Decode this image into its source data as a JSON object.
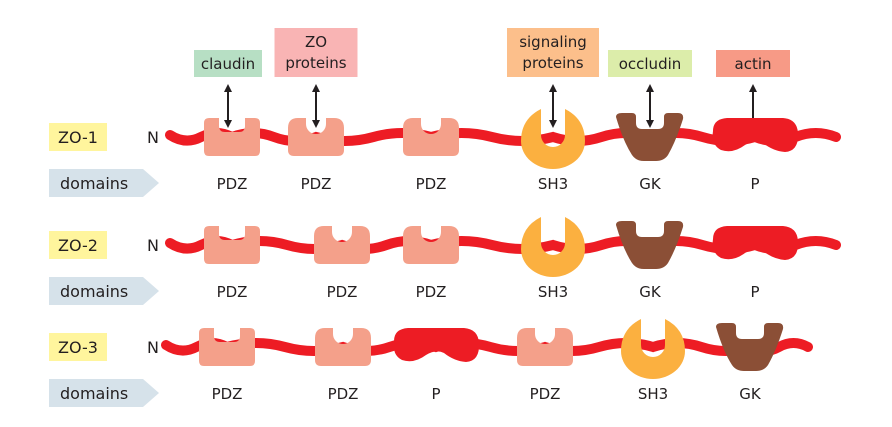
{
  "colors": {
    "chain": "#ed1c24",
    "pdz": "#f4a08a",
    "sh3": "#fbb040",
    "gk": "#8b4f36",
    "p": "#ed1c24",
    "zo_badge": "#fff59d",
    "domains_badge": "#d6e2ea",
    "arrow": "#231f20"
  },
  "binding_partners": [
    {
      "label_lines": [
        "claudin"
      ],
      "color": "#b7dfc4",
      "binds": "PDZ1"
    },
    {
      "label_lines": [
        "ZO",
        "proteins"
      ],
      "color": "#f9b4b4",
      "binds": "PDZ2"
    },
    {
      "label_lines": [
        "signaling",
        "proteins"
      ],
      "color": "#fcbf8b",
      "binds": "SH3"
    },
    {
      "label_lines": [
        "occludin"
      ],
      "color": "#dcedaa",
      "binds": "GK"
    },
    {
      "label_lines": [
        "actin"
      ],
      "color": "#f79a86",
      "binds": "P"
    }
  ],
  "n_terminus_label": "N",
  "domains_label": "domains",
  "proteins": [
    {
      "name": "ZO-1",
      "domains": [
        "PDZ",
        "PDZ",
        "PDZ",
        "SH3",
        "GK",
        "P"
      ]
    },
    {
      "name": "ZO-2",
      "domains": [
        "PDZ",
        "PDZ",
        "PDZ",
        "SH3",
        "GK",
        "P"
      ]
    },
    {
      "name": "ZO-3",
      "domains": [
        "PDZ",
        "PDZ",
        "P",
        "PDZ",
        "SH3",
        "GK"
      ]
    }
  ]
}
